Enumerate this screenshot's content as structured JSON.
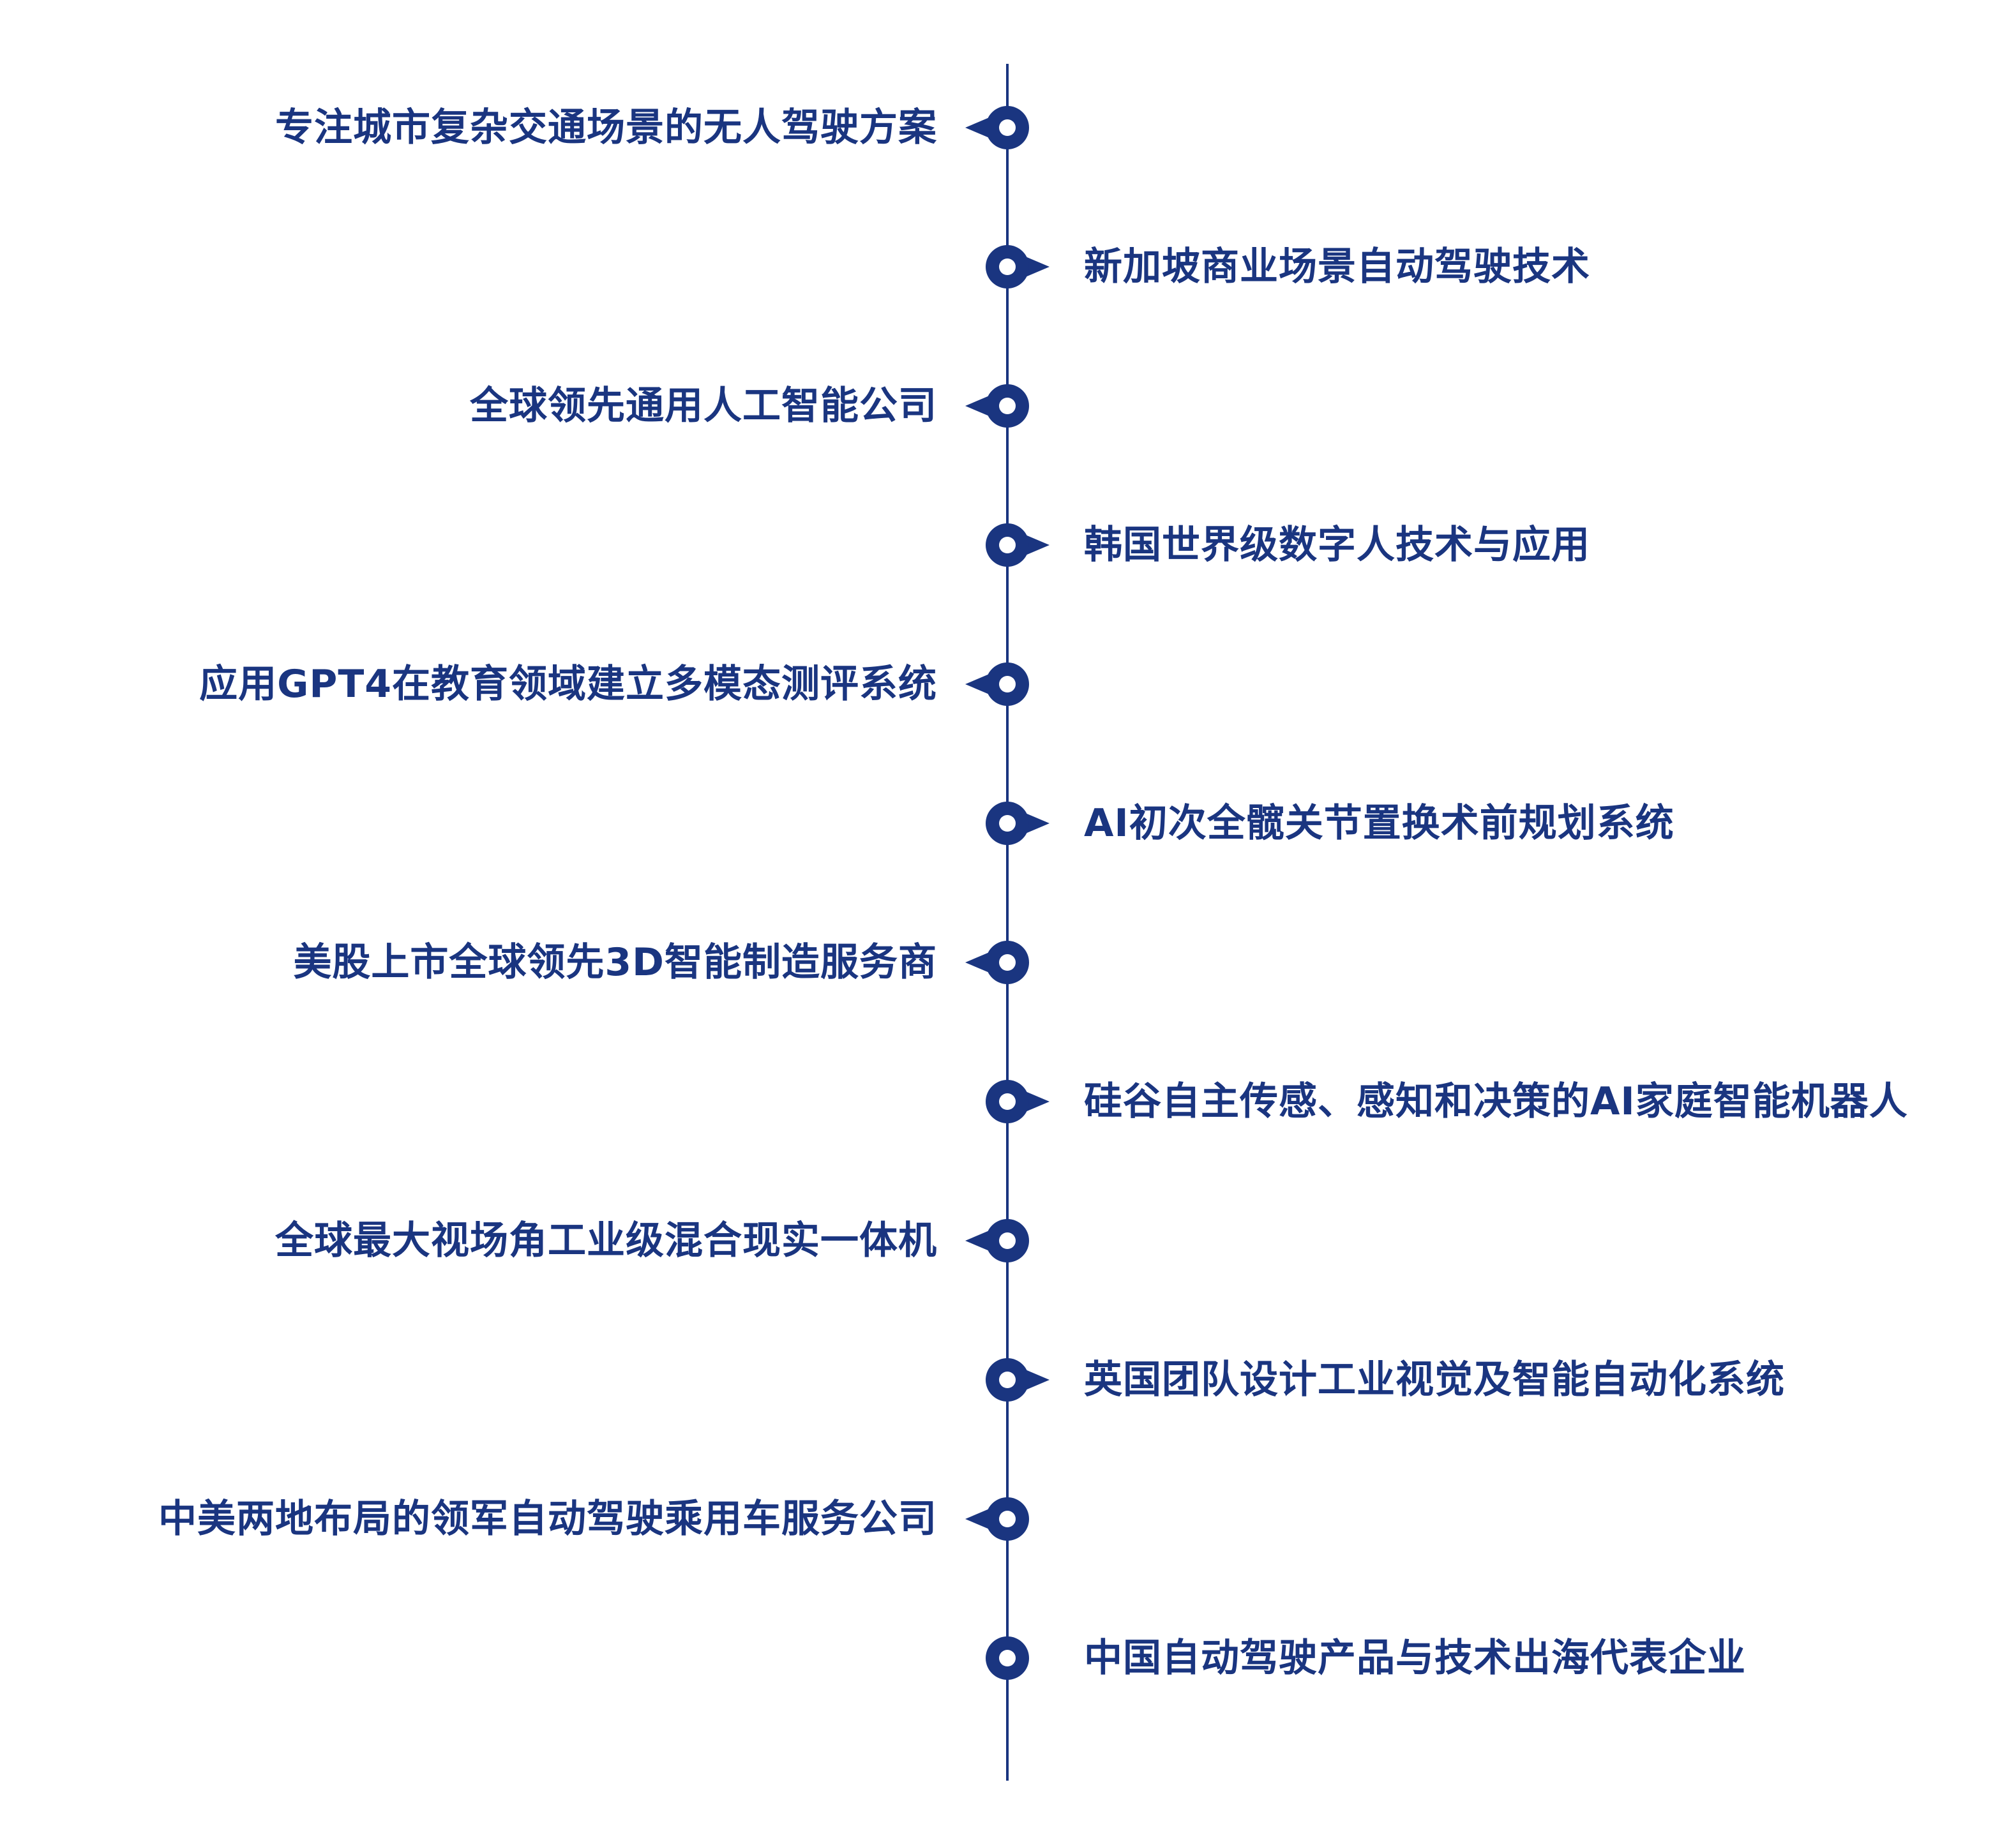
{
  "colors": {
    "primary": "#1a3580",
    "background": "#ffffff"
  },
  "timeline": {
    "items": [
      {
        "label": "专注城市复杂交通场景的无人驾驶方案",
        "side": "left",
        "marker": "pin-left"
      },
      {
        "label": "新加坡商业场景自动驾驶技术",
        "side": "right",
        "marker": "pin-right"
      },
      {
        "label": "全球领先通用人工智能公司",
        "side": "left",
        "marker": "pin-left"
      },
      {
        "label": "韩国世界级数字人技术与应用",
        "side": "right",
        "marker": "pin-right"
      },
      {
        "label": "应用GPT4在教育领域建立多模态测评系统",
        "side": "left",
        "marker": "pin-left"
      },
      {
        "label": "AI初次全髋关节置换术前规划系统",
        "side": "right",
        "marker": "pin-right"
      },
      {
        "label": "美股上市全球领先3D智能制造服务商",
        "side": "left",
        "marker": "pin-left"
      },
      {
        "label": "硅谷自主传感、感知和决策的AI家庭智能机器人",
        "side": "right",
        "marker": "pin-right"
      },
      {
        "label": "全球最大视场角工业级混合现实一体机",
        "side": "left",
        "marker": "pin-left"
      },
      {
        "label": "英国团队设计工业视觉及智能自动化系统",
        "side": "right",
        "marker": "pin-right"
      },
      {
        "label": "中美两地布局的领军自动驾驶乘用车服务公司",
        "side": "left",
        "marker": "pin-left"
      },
      {
        "label": "中国自动驾驶产品与技术出海代表企业",
        "side": "right",
        "marker": "circle"
      }
    ]
  }
}
